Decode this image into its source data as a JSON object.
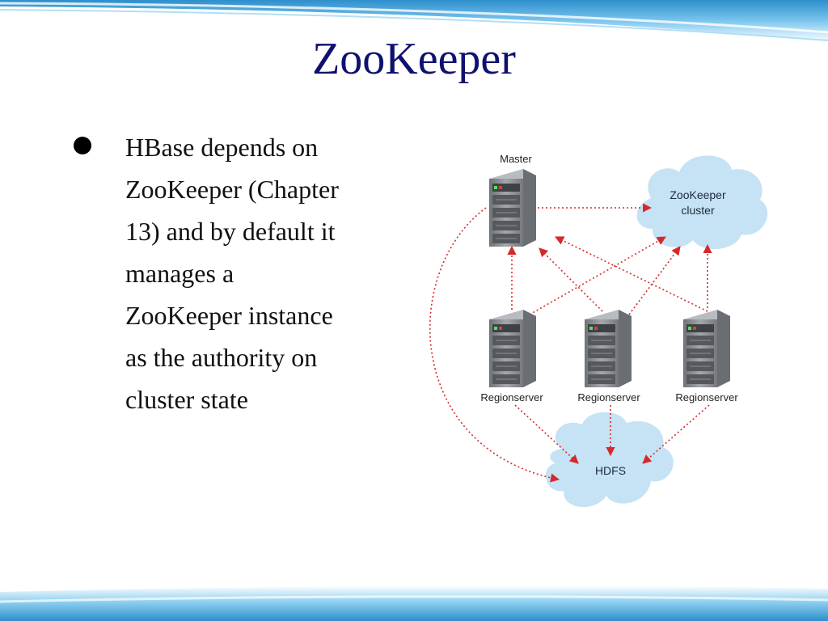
{
  "slide": {
    "title": "ZooKeeper",
    "bullets": [
      {
        "text": "HBase depends on\nZooKeeper (Chapter\n13) and by default it\nmanages a\nZooKeeper instance\nas the authority on\ncluster state"
      }
    ]
  },
  "diagram": {
    "master_label": "Master",
    "zookeeper_label_line1": "ZooKeeper",
    "zookeeper_label_line2": "cluster",
    "regionservers": [
      {
        "label": "Regionserver"
      },
      {
        "label": "Regionserver"
      },
      {
        "label": "Regionserver"
      }
    ],
    "hdfs_label": "HDFS"
  },
  "colors": {
    "title": "#0f1170",
    "arrow": "#d62a2a",
    "cloud": "#c6e2f5",
    "server_body": "#8d9196",
    "band": "#3aa6dc"
  }
}
